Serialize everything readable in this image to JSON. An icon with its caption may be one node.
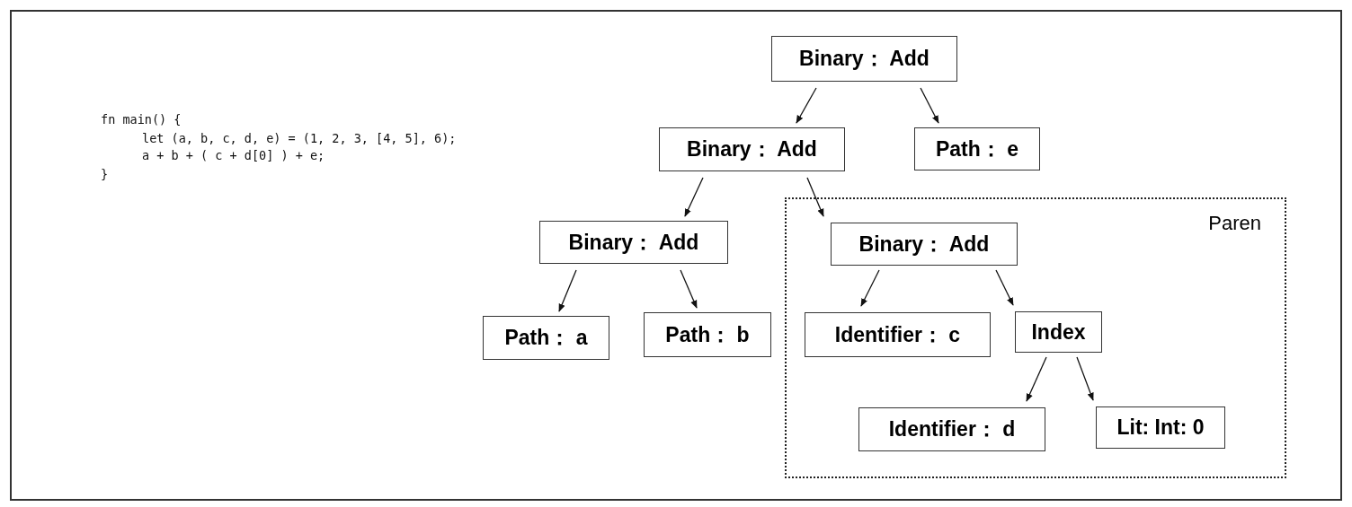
{
  "diagram": {
    "nodes": [
      {
        "text": [
          "Binary： Add"
        ]
      },
      {
        "text": [
          "Binary： Add"
        ]
      },
      {
        "text": [
          "Path： e"
        ]
      },
      {
        "text": [
          "Paren"
        ]
      },
      {
        "text": [
          "Binary： Add"
        ]
      },
      {
        "text": [
          "Path： a"
        ]
      },
      {
        "text": [
          "Path： b"
        ]
      },
      {
        "text": [
          "Binary： Add"
        ],
        "in": 3
      },
      {
        "text": [
          "Identifier： c"
        ],
        "in": 3
      },
      {
        "text": [
          "Index"
        ],
        "in": 3
      },
      {
        "text": [
          "Identifier： d"
        ],
        "in": 3
      },
      {
        "text": [
          "Lit: Int: 0"
        ],
        "in": 3
      }
    ],
    "edges": [
      {
        "from": 0,
        "to": 1,
        "arrow": "to"
      },
      {
        "from": 0,
        "to": 2,
        "arrow": "to"
      },
      {
        "from": 1,
        "to": 4,
        "arrow": "to"
      },
      {
        "from": 1,
        "to": 7,
        "arrow": "to"
      },
      {
        "from": 4,
        "to": 5,
        "arrow": "to"
      },
      {
        "from": 4,
        "to": 6,
        "arrow": "to"
      },
      {
        "from": 7,
        "to": 8,
        "arrow": "to"
      },
      {
        "from": 7,
        "to": 9,
        "arrow": "to"
      },
      {
        "from": 9,
        "to": 10,
        "arrow": "to"
      },
      {
        "from": 9,
        "to": 11,
        "arrow": "to"
      }
    ],
    "labels": [
      "fn main() {",
      "let (a, b, c, d, e) = (1, 2, 3, [4, 5], 6);",
      "a + b + ( c + d[0] ) + e;",
      "}"
    ]
  }
}
